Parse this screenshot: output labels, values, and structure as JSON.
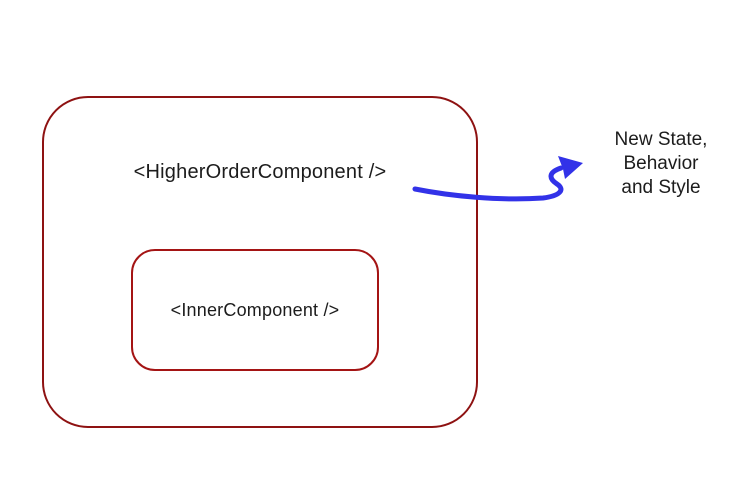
{
  "diagram": {
    "outer_component": {
      "label": "<HigherOrderComponent />"
    },
    "inner_component": {
      "label": "<InnerComponent />"
    },
    "annotation": {
      "lines": [
        "New State,",
        "Behavior",
        "and Style"
      ]
    },
    "arrow": {
      "meaning": "arrow-from-higher-order-component-to-annotation"
    },
    "colors": {
      "background": "#ffffff",
      "box_border": "#8e1212",
      "inner_box_border": "#a41414",
      "arrow": "#3232e8",
      "text": "#1c1c1c"
    }
  }
}
